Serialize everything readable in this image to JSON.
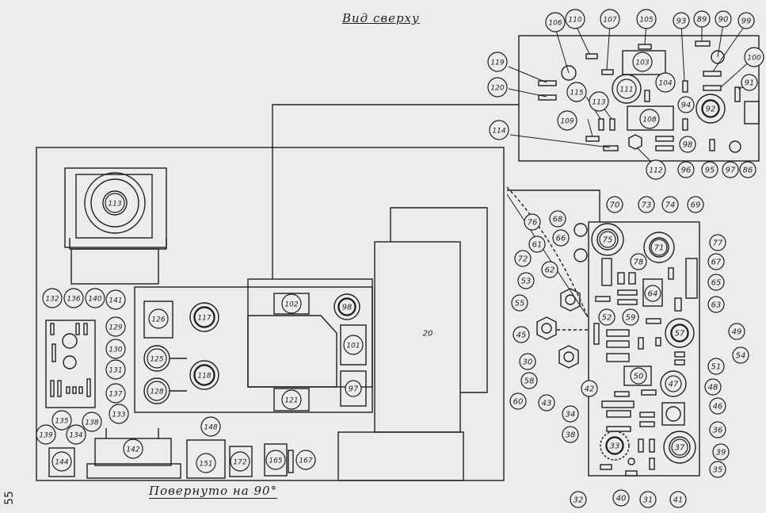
{
  "header": {
    "top_view": "Вид сверху",
    "rotated": "Повернуто на 90°",
    "page_number": "55"
  },
  "labels": {
    "boardA": [
      "106",
      "110",
      "107",
      "105",
      "93",
      "89",
      "90",
      "99",
      "119",
      "120",
      "115",
      "113",
      "111",
      "104",
      "94",
      "92",
      "100",
      "91",
      "103",
      "109",
      "108",
      "114",
      "112",
      "96",
      "98",
      "95",
      "97",
      "86"
    ],
    "main": [
      "113",
      "132",
      "136",
      "140",
      "141",
      "129",
      "130",
      "131",
      "137",
      "139",
      "135",
      "134",
      "138",
      "133",
      "126",
      "117",
      "125",
      "118",
      "128",
      "102",
      "98",
      "101",
      "97",
      "121",
      "20",
      "148",
      "142",
      "144",
      "151",
      "172",
      "165",
      "167"
    ],
    "boardB": [
      "70",
      "73",
      "74",
      "69",
      "68",
      "76",
      "66",
      "75",
      "71",
      "77",
      "61",
      "78",
      "67",
      "72",
      "62",
      "65",
      "53",
      "64",
      "63",
      "55",
      "52",
      "59",
      "45",
      "49",
      "57",
      "54",
      "30",
      "51",
      "58",
      "42",
      "48",
      "60",
      "50",
      "47",
      "46",
      "43",
      "34",
      "36",
      "38",
      "33",
      "37",
      "39",
      "35",
      "32",
      "40",
      "31",
      "41"
    ]
  }
}
